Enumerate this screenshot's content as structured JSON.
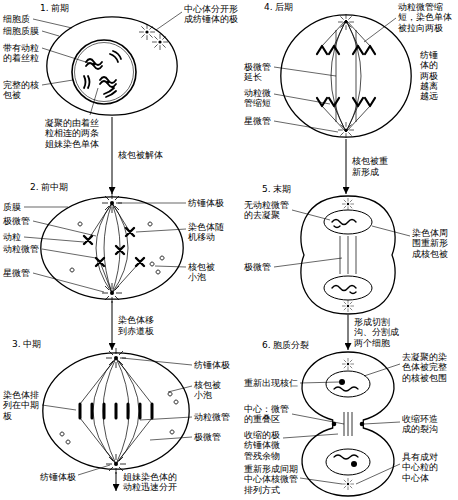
{
  "diagram": {
    "nodes": [
      {
        "text": [
          "1. 前期"
        ]
      },
      {
        "text": [
          "2. 前中期"
        ]
      },
      {
        "text": [
          "3. 中期"
        ]
      },
      {
        "text": [
          "4. 后期"
        ]
      },
      {
        "text": [
          "5. 末期"
        ]
      },
      {
        "text": [
          "6. 胞质分裂"
        ]
      }
    ],
    "edges": [
      {
        "from": 0,
        "to": 1,
        "arrow": "to",
        "label": "核包被解体"
      },
      {
        "from": 1,
        "to": 2,
        "arrow": "to",
        "label": "染色体移到赤道板"
      },
      {
        "from": 3,
        "to": 4,
        "arrow": "to",
        "label": "核包被重新形成"
      },
      {
        "from": 4,
        "to": 5,
        "arrow": "to",
        "label": "形成切割沟、分割成两个细胞"
      }
    ],
    "labels": [
      "细胞质",
      "细胞质膜",
      "带有动粒的着丝粒",
      "完整的核包被",
      "凝聚的由着丝粒相连的两条姐妹染色单体",
      "中心体分开形成纺锤体的极",
      "质膜",
      "极微管",
      "动粒",
      "动粒微管",
      "星微管",
      "纺锤体极",
      "染色体随机移动",
      "核包被小泡",
      "染色体排列在中期板",
      "纺锤体极",
      "核包被小泡",
      "动粒微管",
      "极微管",
      "纺锤体极",
      "姐妹染色体的动粒迅速分开",
      "动粒微管缩短，染色单体被拉向两极",
      "纺锤体的两极越离越远",
      "极微管延长",
      "动粒微管缩短",
      "星微管",
      "无动粒微管的去凝聚",
      "极微管",
      "染色体周围重新形成核包被",
      "重新出现核仁",
      "中心：微管的重叠区",
      "收缩的极纺锤体微管残余物",
      "重新形成间期中心体核微管排列方式",
      "去凝聚的染色体被完整的核被包围",
      "收缩环造成的裂沟",
      "具有成对中心粒的中心体"
    ]
  }
}
